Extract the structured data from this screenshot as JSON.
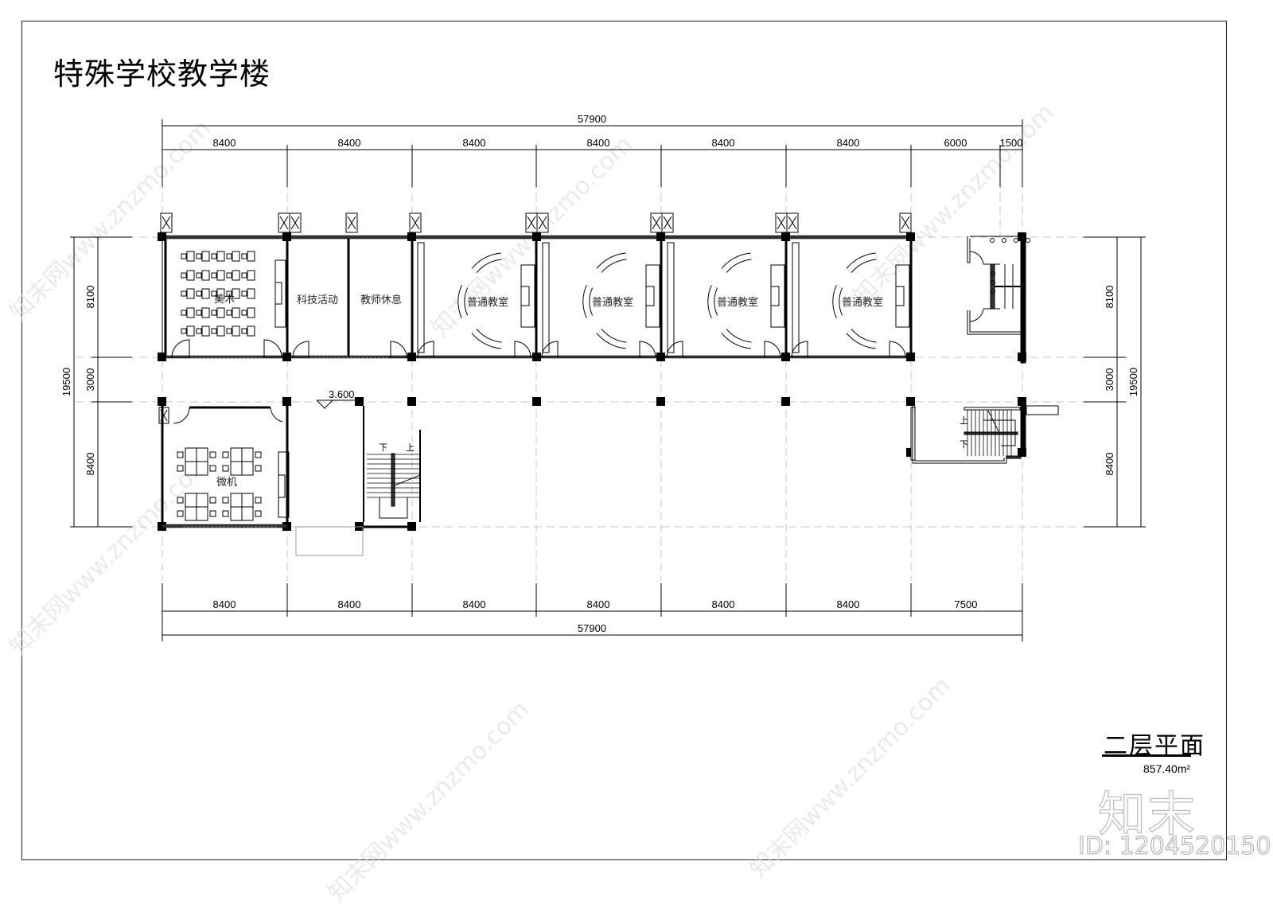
{
  "drawing": {
    "title": "特殊学校教学楼",
    "plan_name": "二层平面",
    "area": "857.40m²",
    "elevation_mark": "3.600",
    "watermark_logo": "知末",
    "watermark_id": "ID: 1204520150",
    "watermark_text": "知末网www.znzmo.com"
  },
  "dimensions": {
    "top_total": "57900",
    "top_bays": [
      "8400",
      "8400",
      "8400",
      "8400",
      "8400",
      "8400",
      "6000",
      "1500"
    ],
    "bottom_total": "57900",
    "bottom_bays": [
      "8400",
      "8400",
      "8400",
      "8400",
      "8400",
      "8400",
      "7500"
    ],
    "left_total": "19500",
    "left_segments": [
      "8100",
      "3000",
      "8400"
    ],
    "right_total": "19500",
    "right_segments": [
      "8100",
      "3000",
      "8400"
    ]
  },
  "rooms": {
    "art": "美术",
    "science": "科技活动",
    "teacher_lounge": "教师休息",
    "classroom_1": "普通教室",
    "classroom_2": "普通教室",
    "classroom_3": "普通教室",
    "classroom_4": "普通教室",
    "computer": "微机"
  },
  "stairs": {
    "up": "上",
    "down": "下"
  },
  "colors": {
    "line": "#000000",
    "axis": "#bbbbbb",
    "watermark": "#d8d8d8"
  }
}
